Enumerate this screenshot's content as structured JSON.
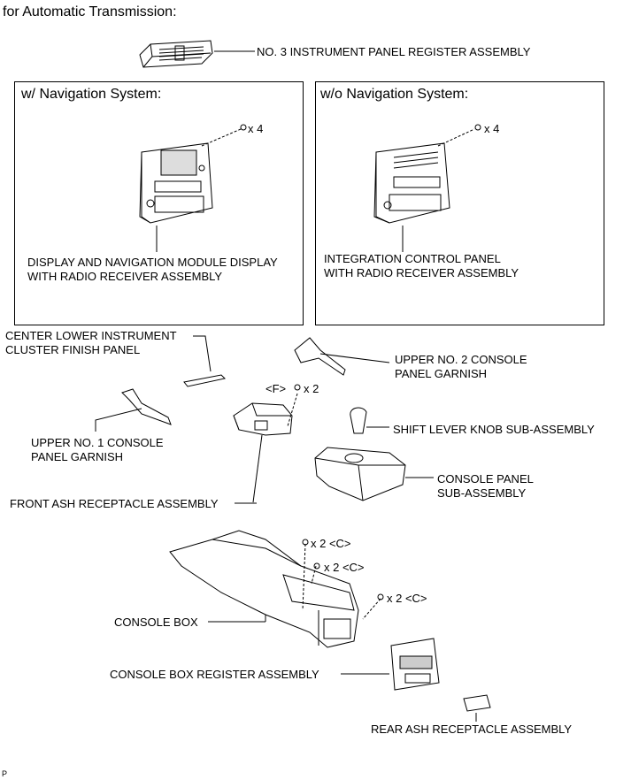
{
  "header": "for Automatic Transmission:",
  "panels": {
    "with_nav": "w/ Navigation System:",
    "without_nav": "w/o Navigation System:"
  },
  "labels": {
    "register_no3": "NO. 3 INSTRUMENT PANEL REGISTER ASSEMBLY",
    "nav_module_1": "DISPLAY AND NAVIGATION MODULE DISPLAY",
    "nav_module_2": "WITH RADIO RECEIVER ASSEMBLY",
    "integration_1": "INTEGRATION CONTROL PANEL",
    "integration_2": "WITH RADIO RECEIVER ASSEMBLY",
    "center_lower_1": "CENTER LOWER INSTRUMENT",
    "center_lower_2": "CLUSTER FINISH PANEL",
    "upper_no2_1": "UPPER NO. 2 CONSOLE",
    "upper_no2_2": "PANEL GARNISH",
    "upper_no1_1": "UPPER NO. 1 CONSOLE",
    "upper_no1_2": "PANEL GARNISH",
    "shift_knob": "SHIFT LEVER KNOB SUB-ASSEMBLY",
    "console_panel_1": "CONSOLE PANEL",
    "console_panel_2": "SUB-ASSEMBLY",
    "front_ash": "FRONT ASH RECEPTACLE ASSEMBLY",
    "console_box": "CONSOLE BOX",
    "console_box_register": "CONSOLE BOX REGISTER ASSEMBLY",
    "rear_ash": "REAR ASH RECEPTACLE ASSEMBLY"
  },
  "fasteners": {
    "nav_screws": "x 4",
    "nonav_screws": "x 4",
    "front_ash_screws": "x 2",
    "front_ash_tag": "<F>",
    "c_screws_1": "x 2 <C>",
    "c_screws_2": "x 2 <C>",
    "c_screws_3": "x 2 <C>"
  },
  "footer_mark": "P"
}
